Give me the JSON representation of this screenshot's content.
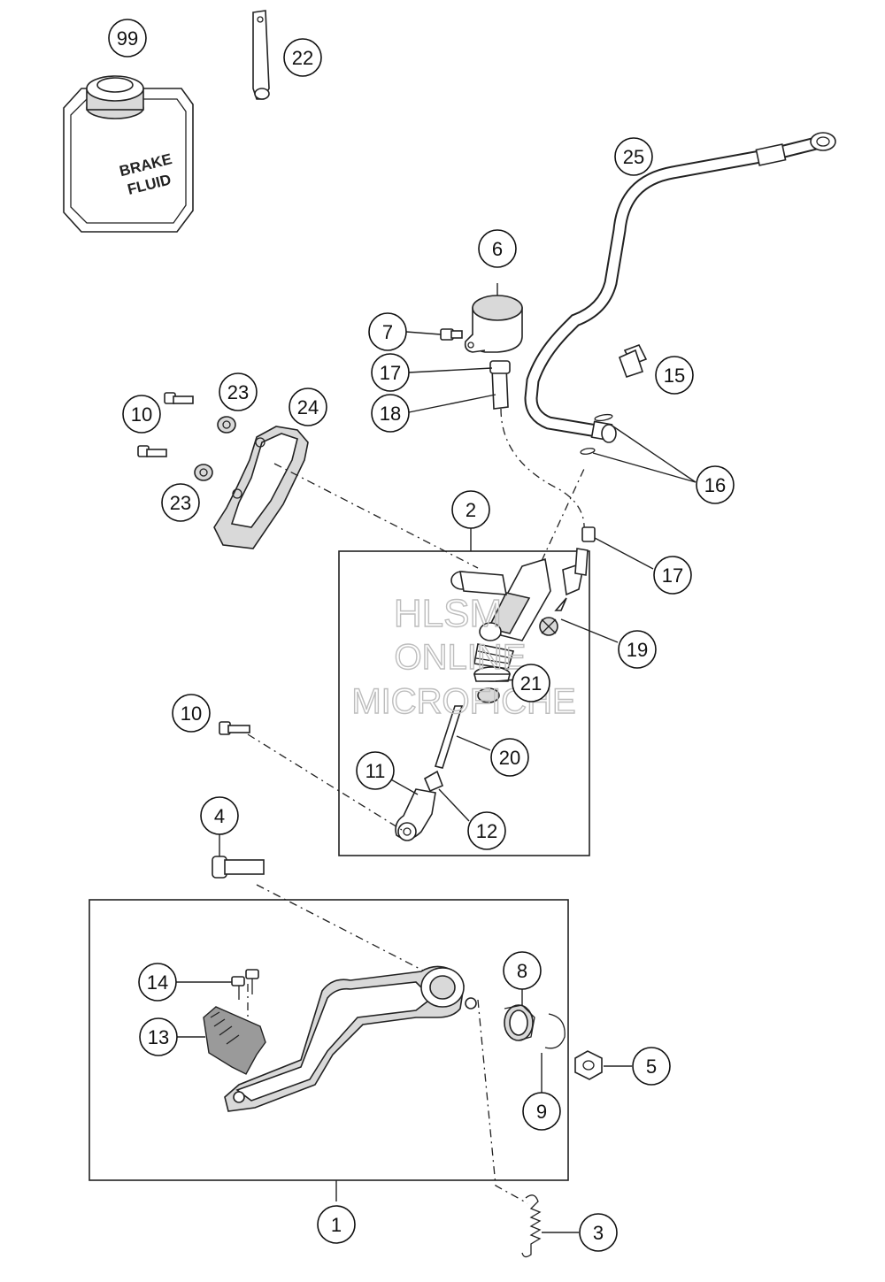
{
  "callouts": [
    {
      "id": "c99",
      "text": "99"
    },
    {
      "id": "c22",
      "text": "22"
    },
    {
      "id": "c25",
      "text": "25"
    },
    {
      "id": "c6",
      "text": "6"
    },
    {
      "id": "c7",
      "text": "7"
    },
    {
      "id": "c17a",
      "text": "17"
    },
    {
      "id": "c18",
      "text": "18"
    },
    {
      "id": "c15",
      "text": "15"
    },
    {
      "id": "c10a",
      "text": "10"
    },
    {
      "id": "c23a",
      "text": "23"
    },
    {
      "id": "c24",
      "text": "24"
    },
    {
      "id": "c23b",
      "text": "23"
    },
    {
      "id": "c16",
      "text": "16"
    },
    {
      "id": "c2",
      "text": "2"
    },
    {
      "id": "c17b",
      "text": "17"
    },
    {
      "id": "c19",
      "text": "19"
    },
    {
      "id": "c21",
      "text": "21"
    },
    {
      "id": "c10b",
      "text": "10"
    },
    {
      "id": "c20",
      "text": "20"
    },
    {
      "id": "c11",
      "text": "11"
    },
    {
      "id": "c12",
      "text": "12"
    },
    {
      "id": "c4",
      "text": "4"
    },
    {
      "id": "c8",
      "text": "8"
    },
    {
      "id": "c14",
      "text": "14"
    },
    {
      "id": "c13",
      "text": "13"
    },
    {
      "id": "c5",
      "text": "5"
    },
    {
      "id": "c9",
      "text": "9"
    },
    {
      "id": "c1",
      "text": "1"
    },
    {
      "id": "c3",
      "text": "3"
    }
  ],
  "bottle_label": [
    "BRAKE",
    "FLUID"
  ],
  "watermark": [
    "HLSM",
    "ONLINE",
    "MICROFICHE"
  ]
}
